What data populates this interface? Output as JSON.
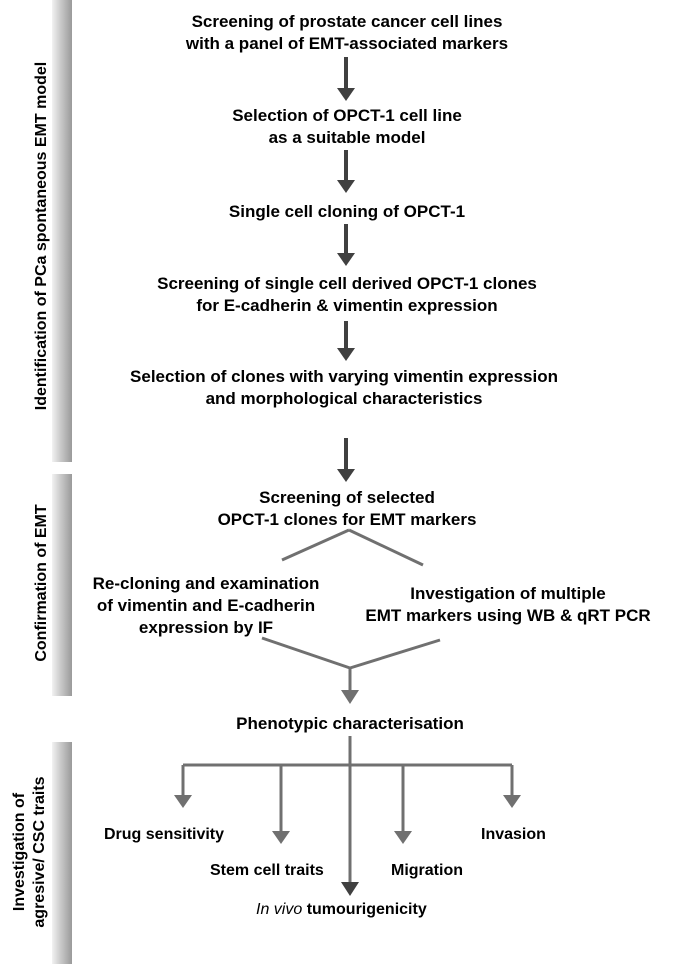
{
  "sections": [
    {
      "label": "Identification of PCa spontaneous EMT model"
    },
    {
      "label": "Confirmation of EMT"
    },
    {
      "label_lines": [
        "Investigation of",
        "agresive/ CSC traits"
      ]
    }
  ],
  "steps": [
    {
      "lines": [
        "Screening of prostate cancer cell lines",
        "with a panel of EMT-associated markers"
      ]
    },
    {
      "lines": [
        "Selection of OPCT-1 cell line",
        "as a suitable model"
      ]
    },
    {
      "lines": [
        "Single cell cloning of OPCT-1"
      ]
    },
    {
      "lines": [
        "Screening of single cell derived OPCT-1 clones",
        "for E-cadherin & vimentin expression"
      ]
    },
    {
      "lines": [
        "Selection of clones with varying vimentin expression",
        "and morphological characteristics"
      ]
    },
    {
      "lines": [
        "Screening of selected",
        "OPCT-1 clones for EMT markers"
      ]
    }
  ],
  "branches": [
    {
      "lines": [
        "Re-cloning and examination",
        "of vimentin and E-cadherin",
        "expression by IF"
      ]
    },
    {
      "lines": [
        "Investigation of multiple",
        "EMT markers using WB & qRT PCR"
      ]
    }
  ],
  "phenotypic": "Phenotypic characterisation",
  "traits": {
    "drug_sensitivity": "Drug sensitivity",
    "stem_cell_traits": "Stem cell traits",
    "migration": "Migration",
    "invasion": "Invasion",
    "in_vivo_prefix": "In vivo",
    "in_vivo_suffix": "tumourigenicity"
  },
  "colors": {
    "arrow_dark": "#404040",
    "arrow_gray": "#707070",
    "sidebar": "#b0b0b0"
  }
}
